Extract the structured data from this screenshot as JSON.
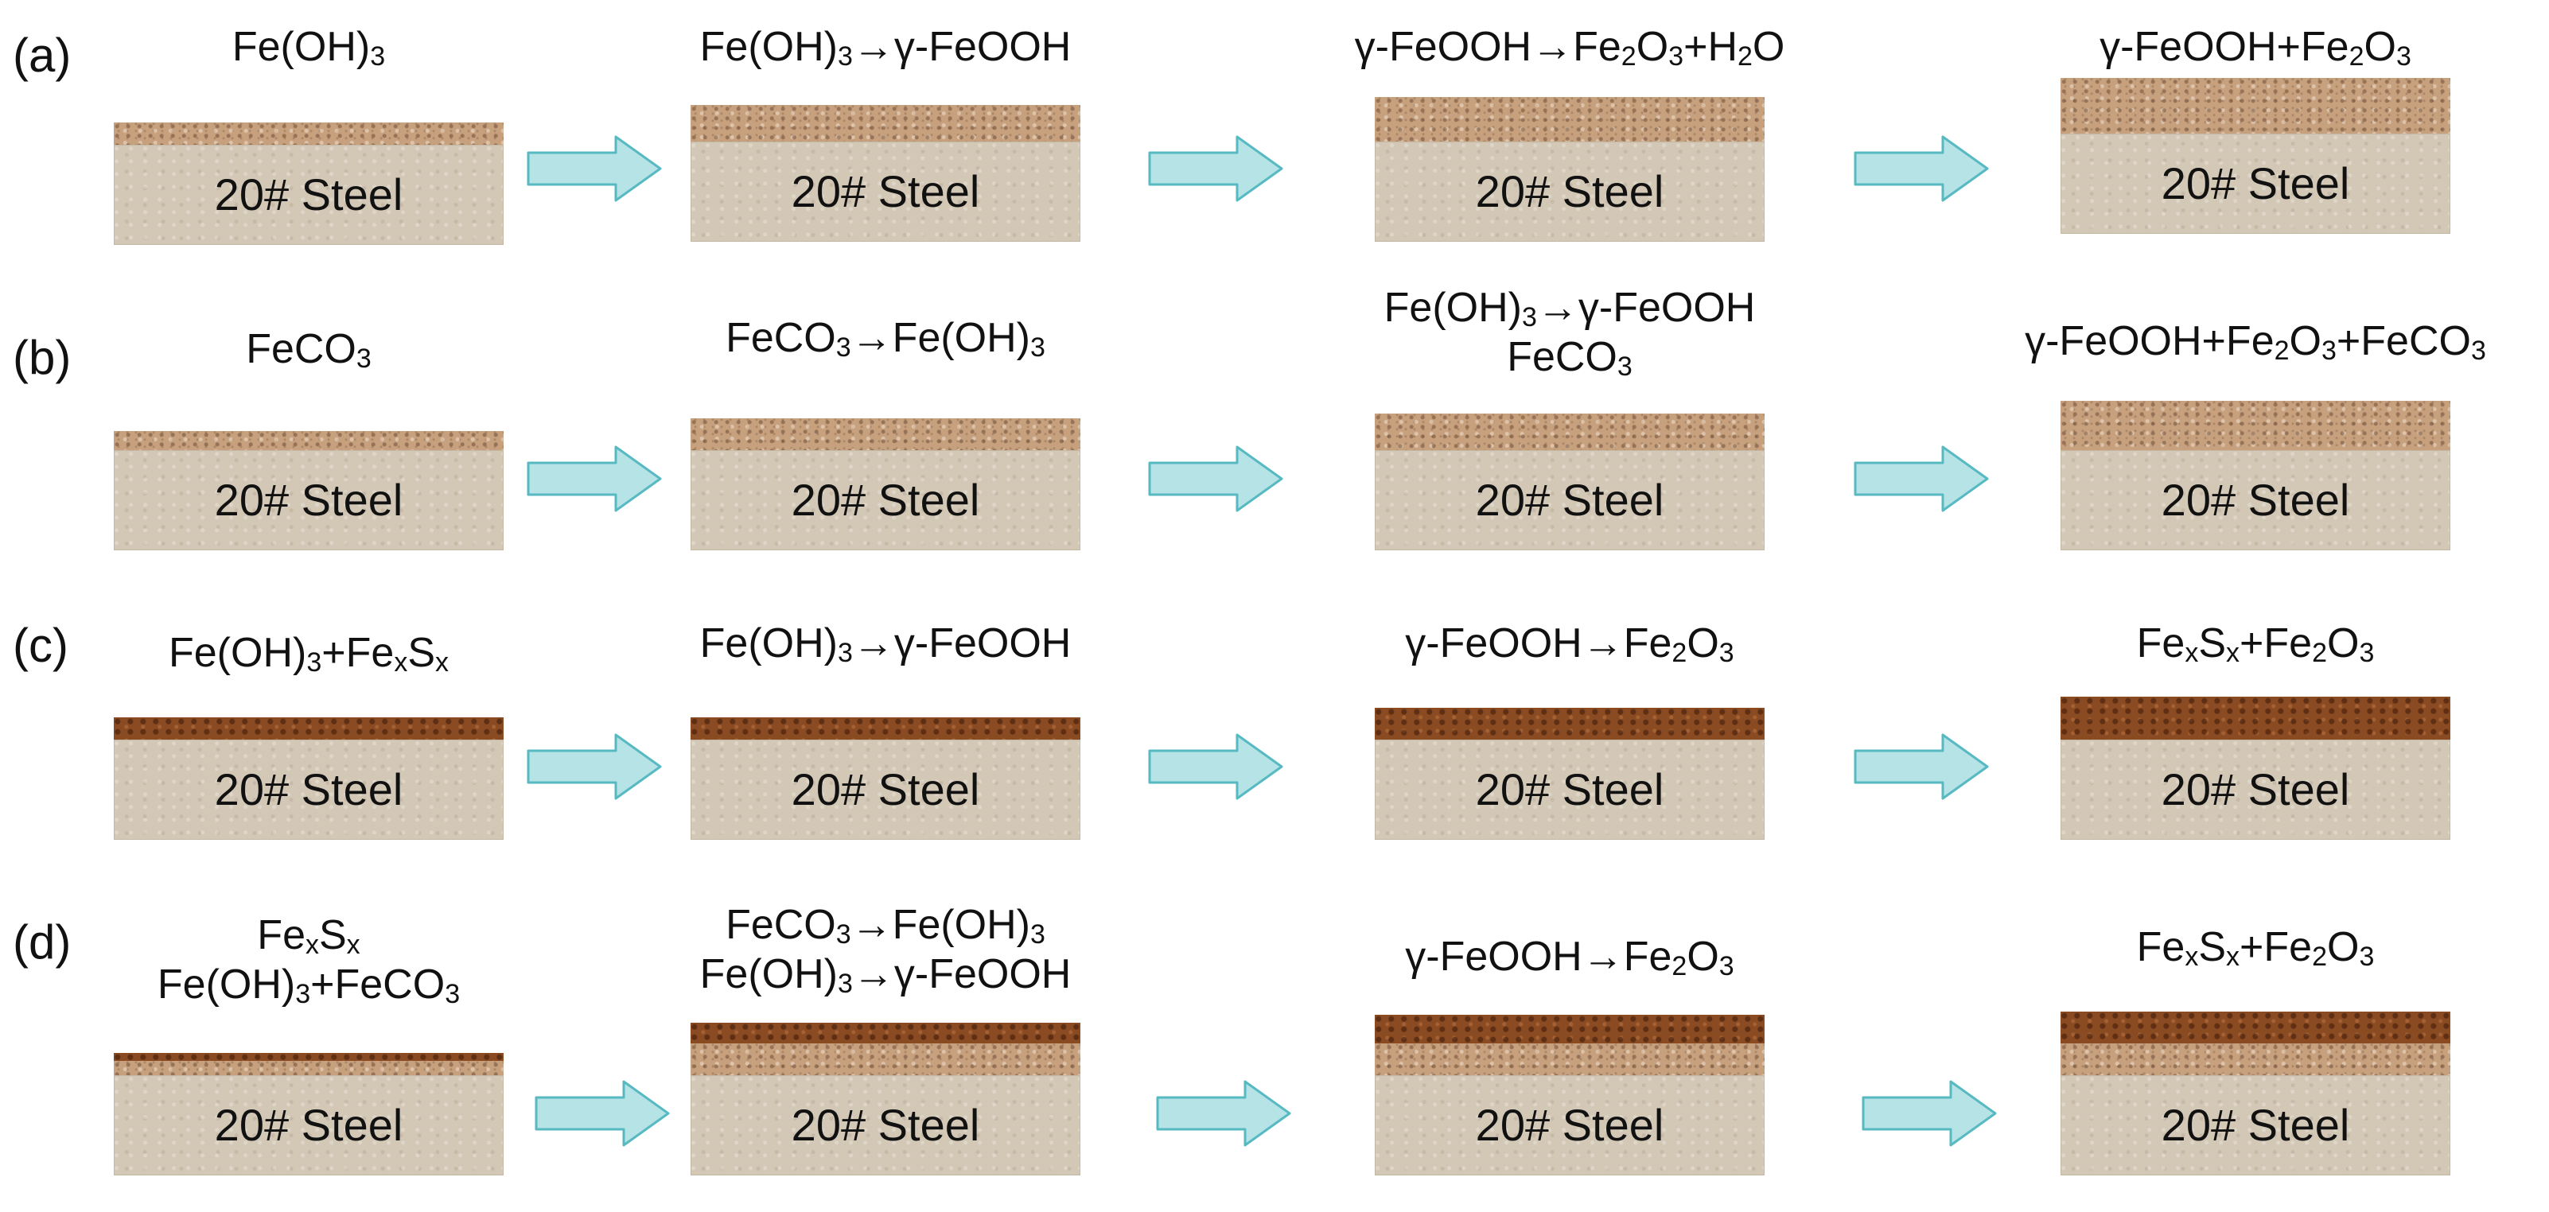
{
  "rows": [
    {
      "label": "(a)",
      "stages": [
        {
          "text": [
            "Fe(OH)<sub>3</sub>"
          ],
          "steel": "20# Steel"
        },
        {
          "text": [
            "Fe(OH)<sub>3</sub>→γ-FeOOH"
          ],
          "steel": "20# Steel"
        },
        {
          "text": [
            "γ-FeOOH→Fe<sub>2</sub>O<sub>3</sub>+H<sub>2</sub>O"
          ],
          "steel": "20# Steel"
        },
        {
          "text": [
            "γ-FeOOH+Fe<sub>2</sub>O<sub>3</sub>"
          ],
          "steel": "20# Steel"
        }
      ]
    },
    {
      "label": "(b)",
      "stages": [
        {
          "text": [
            "FeCO<sub>3</sub>"
          ],
          "steel": "20# Steel"
        },
        {
          "text": [
            "FeCO<sub>3</sub>→Fe(OH)<sub>3</sub>"
          ],
          "steel": "20# Steel"
        },
        {
          "text": [
            "Fe(OH)<sub>3</sub>→γ-FeOOH",
            "FeCO<sub>3</sub>"
          ],
          "steel": "20# Steel"
        },
        {
          "text": [
            "γ-FeOOH+Fe<sub>2</sub>O<sub>3</sub>+FeCO<sub>3</sub>"
          ],
          "steel": "20# Steel"
        }
      ]
    },
    {
      "label": "(c)",
      "stages": [
        {
          "text": [
            "Fe(OH)<sub>3</sub>+Fe<sub>x</sub>S<sub>x</sub>"
          ],
          "steel": "20# Steel"
        },
        {
          "text": [
            "Fe(OH)<sub>3</sub>→γ-FeOOH"
          ],
          "steel": "20# Steel"
        },
        {
          "text": [
            "γ-FeOOH→Fe<sub>2</sub>O<sub>3</sub>"
          ],
          "steel": "20# Steel"
        },
        {
          "text": [
            "Fe<sub>x</sub>S<sub>x</sub>+Fe<sub>2</sub>O<sub>3</sub>"
          ],
          "steel": "20# Steel"
        }
      ]
    },
    {
      "label": "(d)",
      "stages": [
        {
          "text": [
            "Fe<sub>x</sub>S<sub>x</sub>",
            "Fe(OH)<sub>3</sub>+FeCO<sub>3</sub>"
          ],
          "steel": "20# Steel"
        },
        {
          "text": [
            "FeCO<sub>3</sub>→Fe(OH)<sub>3</sub>",
            "Fe(OH)<sub>3</sub>→γ-FeOOH"
          ],
          "steel": "20# Steel"
        },
        {
          "text": [
            "γ-FeOOH→Fe<sub>2</sub>O<sub>3</sub>"
          ],
          "steel": "20# Steel"
        },
        {
          "text": [
            "Fe<sub>x</sub>S<sub>x</sub>+Fe<sub>2</sub>O<sub>3</sub>"
          ],
          "steel": "20# Steel"
        }
      ]
    }
  ],
  "arrow_icon": "right-arrow-icon",
  "colors": {
    "steel": "#d3c8b6",
    "light_film": "#c7a07e",
    "dark_film": "#8a4a22",
    "arrow_fill": "#b5e3e6",
    "arrow_stroke": "#57b9c2"
  }
}
